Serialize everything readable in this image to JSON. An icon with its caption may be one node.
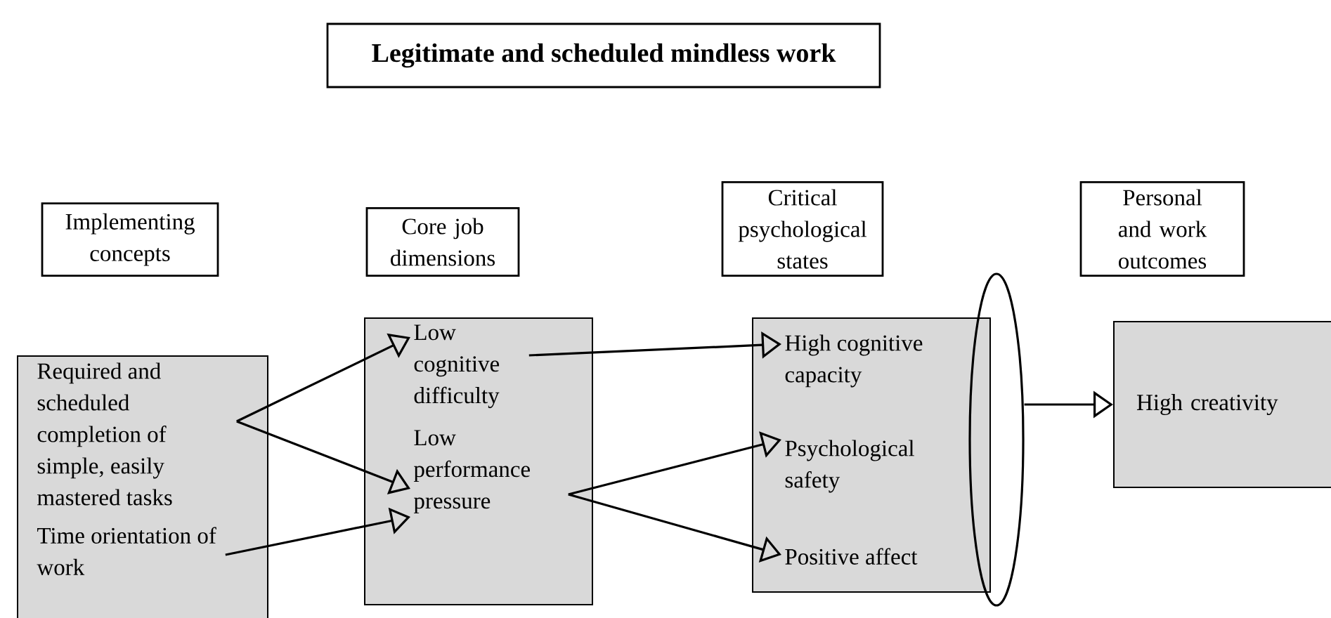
{
  "diagram": {
    "nodes": [
      {
        "text": [
          "Legitimate and scheduled mindless work"
        ]
      },
      {
        "text": [
          "Implementing concepts"
        ]
      },
      {
        "text": [
          "Core job dimensions"
        ]
      },
      {
        "text": [
          "Critical psychological states"
        ]
      },
      {
        "text": [
          "Personal and work outcomes"
        ]
      },
      {
        "text": [],
        "shape": "box"
      },
      {
        "text": [
          "Required and scheduled completion of simple, easily mastered tasks"
        ],
        "in": 5
      },
      {
        "text": [
          "Time orientation of work"
        ],
        "in": 5
      },
      {
        "text": [],
        "shape": "box"
      },
      {
        "text": [
          "Low cognitive difficulty"
        ],
        "in": 8
      },
      {
        "text": [
          "Low performance pressure"
        ],
        "in": 8
      },
      {
        "text": [],
        "shape": "box"
      },
      {
        "text": [
          "High cognitive capacity"
        ],
        "in": 11
      },
      {
        "text": [
          "Psychological safety"
        ],
        "in": 11
      },
      {
        "text": [
          "Positive affect"
        ],
        "in": 11
      },
      {
        "text": [],
        "shape": "ellipse"
      },
      {
        "text": [
          "High creativity"
        ]
      }
    ],
    "edges": [
      {
        "from": 6,
        "to": 9,
        "arrow": "to"
      },
      {
        "from": 6,
        "to": 10,
        "arrow": "to"
      },
      {
        "from": 7,
        "to": 10,
        "arrow": "to"
      },
      {
        "from": 9,
        "to": 12,
        "arrow": "to"
      },
      {
        "from": 10,
        "to": 13,
        "arrow": "to"
      },
      {
        "from": 10,
        "to": 14,
        "arrow": "to"
      },
      {
        "from": 15,
        "to": 16,
        "arrow": "to"
      }
    ]
  }
}
